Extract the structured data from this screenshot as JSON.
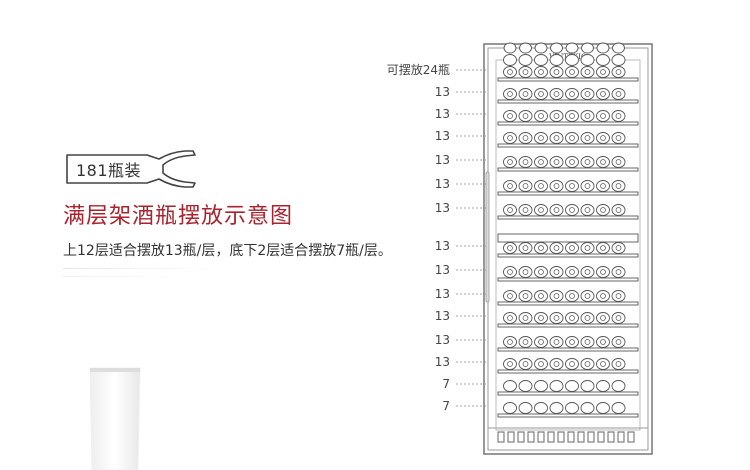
{
  "badge": {
    "label": "181瓶装"
  },
  "headline": "满层架酒瓶摆放示意图",
  "subline": "上12层适合摆放13瓶/层，底下2层适合摆放7瓶/层。",
  "brand": "VINTEKIO",
  "capacity_labels": [
    "可摆放24瓶",
    "13",
    "13",
    "13",
    "13",
    "13",
    "13",
    "13",
    "13",
    "13",
    "13",
    "13",
    "13",
    "7",
    "7"
  ],
  "colors": {
    "accent": "#a8232e",
    "text": "#333333",
    "line": "#555555"
  }
}
